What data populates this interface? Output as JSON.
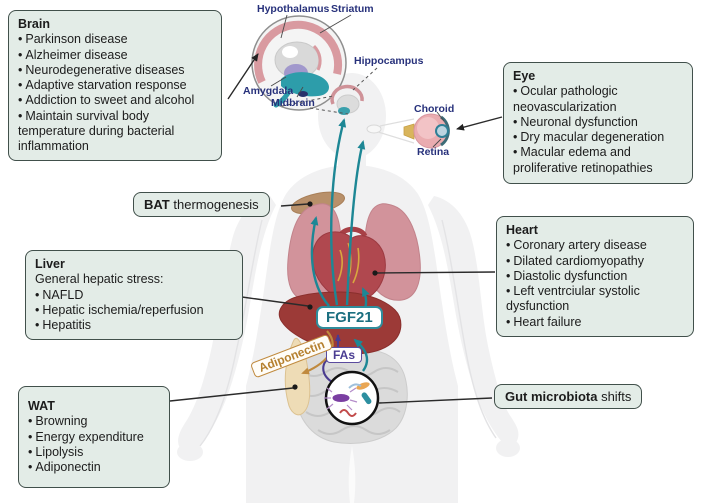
{
  "ui": {
    "bullet": "•"
  },
  "colors": {
    "box_fill": "#e3ece7",
    "box_border": "#41504b",
    "organ_label_navy": "#27317b",
    "fgf21_teal": "#1d8795",
    "adiponectin_tan": "#c08a3e",
    "fas_purple": "#4a3b8f",
    "liver_red": "#9c3a37",
    "heart_red": "#b0484f",
    "lung_pink": "#d2939b",
    "bat_brown": "#b8906a",
    "wat_cream": "#eedcb6"
  },
  "boxes": {
    "brain": {
      "title": "Brain",
      "items": [
        "Parkinson disease",
        "Alzheimer disease",
        "Neurodegenerative diseases",
        "Adaptive starvation response",
        "Addiction to sweet and alcohol",
        "Maintain survival body temperature during bacterial inflammation"
      ]
    },
    "eye": {
      "title": "Eye",
      "items": [
        "Ocular pathologic neovascularization",
        "Neuronal dysfunction",
        "Dry macular degeneration",
        "Macular edema and proliferative retinopathies"
      ]
    },
    "heart": {
      "title": "Heart",
      "items": [
        "Coronary artery disease",
        "Dilated cardiomyopathy",
        "Diastolic dysfunction",
        "Left ventrciular systolic dysfunction",
        "Heart failure"
      ]
    },
    "liver": {
      "title": "Liver",
      "subtitle": "General hepatic stress:",
      "items": [
        "NAFLD",
        "Hepatic ischemia/reperfusion",
        "Hepatitis"
      ]
    },
    "wat": {
      "title": "WAT",
      "items": [
        "Browning",
        "Energy expenditure",
        "Lipolysis",
        "Adiponectin"
      ]
    },
    "bat": {
      "bold": "BAT",
      "rest": " thermogenesis"
    },
    "gut": {
      "bold": "Gut microbiota",
      "rest": " shifts"
    }
  },
  "organ_labels": {
    "hypothalamus": "Hypothalamus",
    "striatum": "Striatum",
    "hippocampus": "Hippocampus",
    "amygdala": "Amygdala",
    "midbrain": "Midbrain",
    "choroid": "Choroid",
    "retina": "Retina"
  },
  "molecule_labels": {
    "fgf21": "FGF21",
    "fas": "FAs",
    "adiponectin": "Adiponectin"
  }
}
